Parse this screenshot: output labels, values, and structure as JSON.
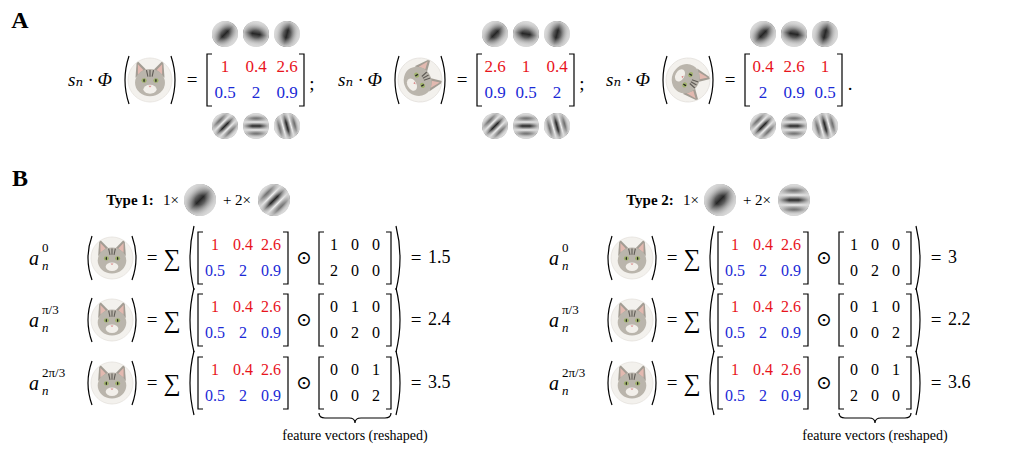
{
  "diagram": {
    "labels": [
      "A",
      "sₙ · Φ",
      "=",
      "1",
      "0.4",
      "2.6",
      "0.5",
      "2",
      "0.9",
      ";",
      "sₙ · Φ",
      "=",
      "2.6",
      "1",
      "0.4",
      "0.9",
      "0.5",
      "2",
      ";",
      "sₙ · Φ",
      "=",
      "0.4",
      "2.6",
      "1",
      "2",
      "0.9",
      "0.5",
      ".",
      "B",
      "Type 1:",
      "1×",
      "+ 2×",
      "a",
      "0",
      "n",
      "=",
      "∑",
      "1",
      "0.4",
      "2.6",
      "0.5",
      "2",
      "0.9",
      "⊙",
      "1",
      "0",
      "0",
      "2",
      "0",
      "0",
      "=",
      "1.5",
      "a",
      "π/3",
      "n",
      "=",
      "∑",
      "1",
      "0.4",
      "2.6",
      "0.5",
      "2",
      "0.9",
      "⊙",
      "0",
      "1",
      "0",
      "0",
      "2",
      "0",
      "=",
      "2.4",
      "a",
      "2π/3",
      "n",
      "=",
      "∑",
      "1",
      "0.4",
      "2.6",
      "0.5",
      "2",
      "0.9",
      "⊙",
      "0",
      "0",
      "1",
      "0",
      "0",
      "2",
      "=",
      "3.5",
      "feature vectors (reshaped)",
      "Type 2:",
      "1×",
      "+ 2×",
      "a",
      "0",
      "n",
      "=",
      "∑",
      "1",
      "0.4",
      "2.6",
      "0.5",
      "2",
      "0.9",
      "⊙",
      "1",
      "0",
      "0",
      "0",
      "2",
      "0",
      "=",
      "3",
      "a",
      "π/3",
      "n",
      "=",
      "∑",
      "1",
      "0.4",
      "2.6",
      "0.5",
      "2",
      "0.9",
      "⊙",
      "0",
      "1",
      "0",
      "0",
      "0",
      "2",
      "=",
      "2.2",
      "a",
      "2π/3",
      "n",
      "=",
      "∑",
      "1",
      "0.4",
      "2.6",
      "0.5",
      "2",
      "0.9",
      "⊙",
      "0",
      "0",
      "1",
      "2",
      "0",
      "0",
      "=",
      "3.6",
      "feature vectors (reshaped)"
    ]
  }
}
